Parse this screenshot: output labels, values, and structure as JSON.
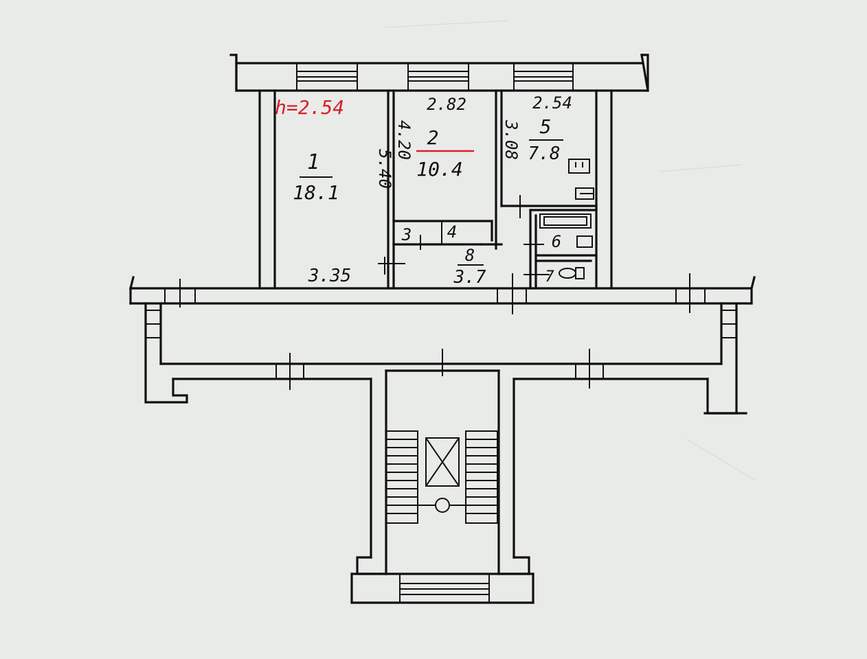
{
  "plan": {
    "ceiling_height_label": "h=2.54",
    "colors": {
      "ink": "#111111",
      "annotation": "#d81e2a",
      "paper": "#e9ebe8"
    },
    "rooms": [
      {
        "id": "room-1",
        "number": "1",
        "area": "18.1",
        "dims": [
          "5.40",
          "3.35"
        ]
      },
      {
        "id": "room-2",
        "number": "2",
        "area": "10.4",
        "dims": [
          "2.82",
          "4.20"
        ]
      },
      {
        "id": "room-3",
        "number": "3"
      },
      {
        "id": "room-4",
        "number": "4"
      },
      {
        "id": "room-5",
        "number": "5",
        "area": "7.8",
        "dims": [
          "2.54",
          "3.08"
        ]
      },
      {
        "id": "room-6",
        "number": "6"
      },
      {
        "id": "room-7",
        "number": "7"
      },
      {
        "id": "room-8",
        "number": "8",
        "area": "3.7"
      }
    ]
  }
}
